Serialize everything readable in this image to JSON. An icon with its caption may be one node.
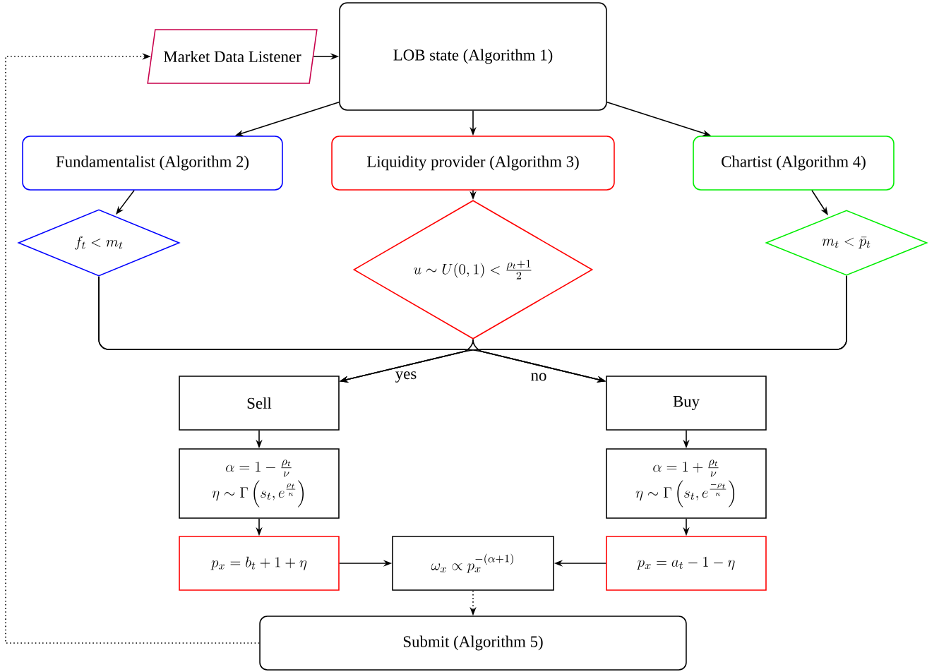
{
  "diagram": {
    "nodes": [
      {
        "text": [
          "Market Data Listener"
        ]
      },
      {
        "text": [
          "LOB state (Algorithm 1)"
        ]
      },
      {
        "text": [
          "Fundamentalist (Algorithm 2)"
        ]
      },
      {
        "text": [
          "Liquidity provider (Algorithm 3)"
        ]
      },
      {
        "text": [
          "Chartist (Algorithm 4)"
        ]
      },
      {
        "text": [
          "f_t < m_t"
        ]
      },
      {
        "text": [
          "u \\sim U(0,1) < \\frac{\\rho_t+1}{2}"
        ]
      },
      {
        "text": [
          "m_t < \\bar{p}_t"
        ]
      },
      {
        "text": [
          "Sell"
        ]
      },
      {
        "text": [
          "Buy"
        ]
      },
      {
        "text": [
          "\\alpha = 1 - \\frac{\\rho_t}{\\nu}",
          "\\eta \\sim \\Gamma\\left(s_t, e^{\\frac{\\rho_t}{\\kappa}}\\right)"
        ]
      },
      {
        "text": [
          "\\alpha = 1 + \\frac{\\rho_t}{\\nu}",
          "\\eta \\sim \\Gamma\\left(s_t, e^{\\frac{-\\rho_t}{\\kappa}}\\right)"
        ]
      },
      {
        "text": [
          "p_x = b_t + 1 + \\eta"
        ]
      },
      {
        "text": [
          "\\omega_x \\propto p_x^{-(\\alpha+1)}"
        ]
      },
      {
        "text": [
          "p_x = a_t - 1 - \\eta"
        ]
      },
      {
        "text": [
          "Submit (Algorithm 5)"
        ]
      }
    ],
    "edges": [
      {
        "from": 0,
        "to": 1,
        "arrow": "to"
      },
      {
        "from": 1,
        "to": 2,
        "arrow": "to"
      },
      {
        "from": 1,
        "to": 3,
        "arrow": "to"
      },
      {
        "from": 1,
        "to": 4,
        "arrow": "to"
      },
      {
        "from": 2,
        "to": 5,
        "arrow": "to"
      },
      {
        "from": 3,
        "to": 6,
        "arrow": "to"
      },
      {
        "from": 4,
        "to": 7,
        "arrow": "to"
      },
      {
        "from": 5,
        "to": 8,
        "arrow": "to"
      },
      {
        "from": 5,
        "to": 9,
        "arrow": "to"
      },
      {
        "from": 6,
        "to": 8,
        "arrow": "to",
        "label": "yes"
      },
      {
        "from": 6,
        "to": 9,
        "arrow": "to",
        "label": "no"
      },
      {
        "from": 7,
        "to": 8,
        "arrow": "to"
      },
      {
        "from": 7,
        "to": 9,
        "arrow": "to"
      },
      {
        "from": 8,
        "to": 10,
        "arrow": "to"
      },
      {
        "from": 9,
        "to": 11,
        "arrow": "to"
      },
      {
        "from": 10,
        "to": 12,
        "arrow": "to"
      },
      {
        "from": 11,
        "to": 14,
        "arrow": "to"
      },
      {
        "from": 12,
        "to": 13,
        "arrow": "to"
      },
      {
        "from": 14,
        "to": 13,
        "arrow": "to"
      },
      {
        "from": 13,
        "to": 15,
        "arrow": "to",
        "style": "dashed"
      },
      {
        "from": 15,
        "to": 0,
        "arrow": "to",
        "style": "dashed"
      }
    ]
  }
}
